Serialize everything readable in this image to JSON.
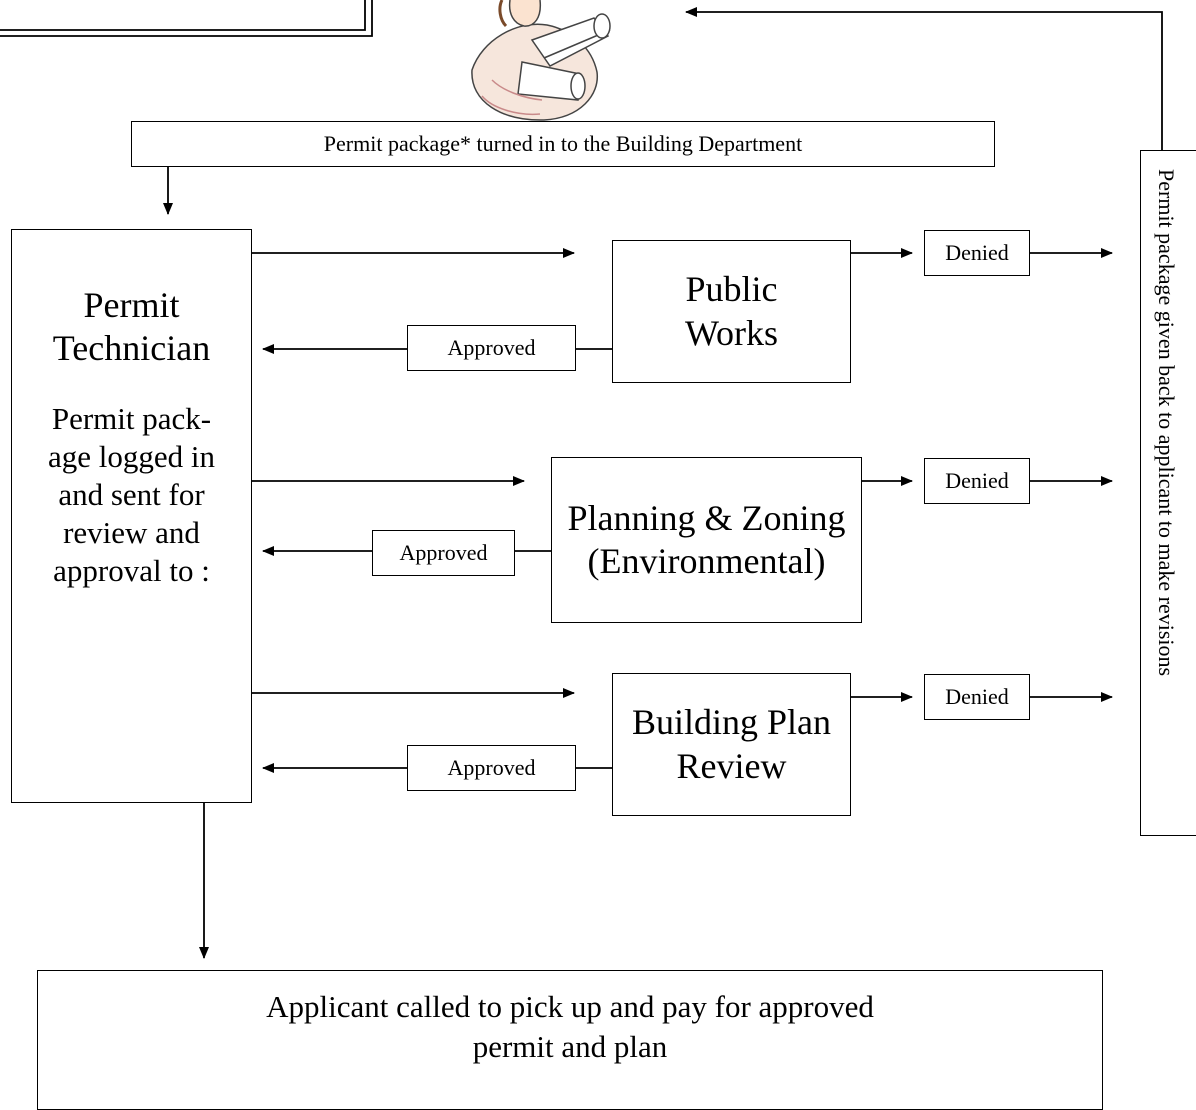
{
  "top_box": {
    "text": "Permit package* turned in to the Building Department"
  },
  "technician": {
    "title": "Permit Technician",
    "body": "Permit pack- age logged in and sent for review and approval to :"
  },
  "departments": [
    {
      "name": "Public Works",
      "approved": "Approved",
      "denied": "Denied"
    },
    {
      "name": "Planning & Zoning (Environmental)",
      "approved": "Approved",
      "denied": "Denied"
    },
    {
      "name": "Building Plan Review",
      "approved": "Approved",
      "denied": "Denied"
    }
  ],
  "returned_box": {
    "text": "Permit package given back to applicant to make revisions"
  },
  "final_box": {
    "text": "Applicant called to pick up and pay for approved permit and plan"
  },
  "illustration": {
    "icon": "person-holding-blueprints-icon"
  }
}
